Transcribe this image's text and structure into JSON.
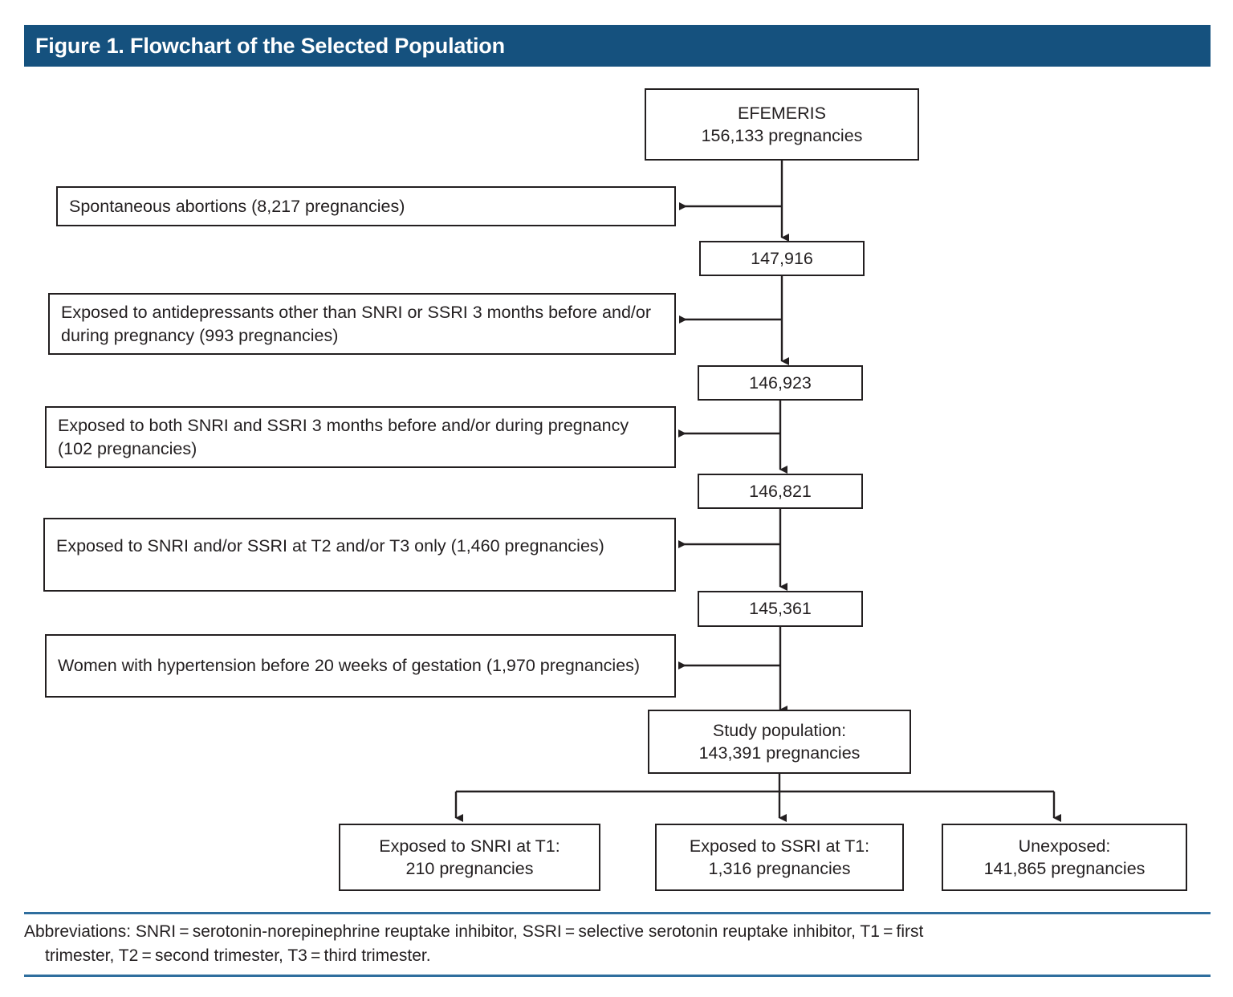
{
  "figure": {
    "header_title": "Figure 1. Flowchart of the Selected Population",
    "header_color": "#15517E",
    "rule_color": "#2F6E9E",
    "box_border_color": "#231F20"
  },
  "flow": {
    "source": {
      "title": "EFEMERIS",
      "count": "156,133 pregnancies"
    },
    "exclusions": [
      {
        "text": "Spontaneous abortions (8,217 pregnancies)"
      },
      {
        "text": "Exposed to antidepressants other than SNRI or SSRI 3 months before and/or during pregnancy (993 pregnancies)"
      },
      {
        "text": "Exposed to both SNRI and SSRI  3 months before and/or during pregnancy (102 pregnancies)"
      },
      {
        "text": "Exposed to SNRI and/or SSRI at T2 and/or T3 only (1,460 pregnancies)"
      },
      {
        "text": "Women with hypertension before 20 weeks of gestation (1,970 pregnancies)"
      }
    ],
    "remaining": [
      {
        "count": "147,916"
      },
      {
        "count": "146,923"
      },
      {
        "count": "146,821"
      },
      {
        "count": "145,361"
      }
    ],
    "study_population": {
      "title": "Study population:",
      "count": "143,391 pregnancies"
    },
    "groups": [
      {
        "title": "Exposed to SNRI at T1:",
        "count": "210 pregnancies"
      },
      {
        "title": "Exposed to SSRI at T1:",
        "count": "1,316 pregnancies"
      },
      {
        "title": "Unexposed:",
        "count": "141,865 pregnancies"
      }
    ]
  },
  "footnote": {
    "line1": "Abbreviations: SNRI = serotonin-norepinephrine reuptake inhibitor, SSRI = selective serotonin reuptake inhibitor, T1 = first",
    "line2": "trimester, T2 = second trimester, T3 = third trimester."
  }
}
